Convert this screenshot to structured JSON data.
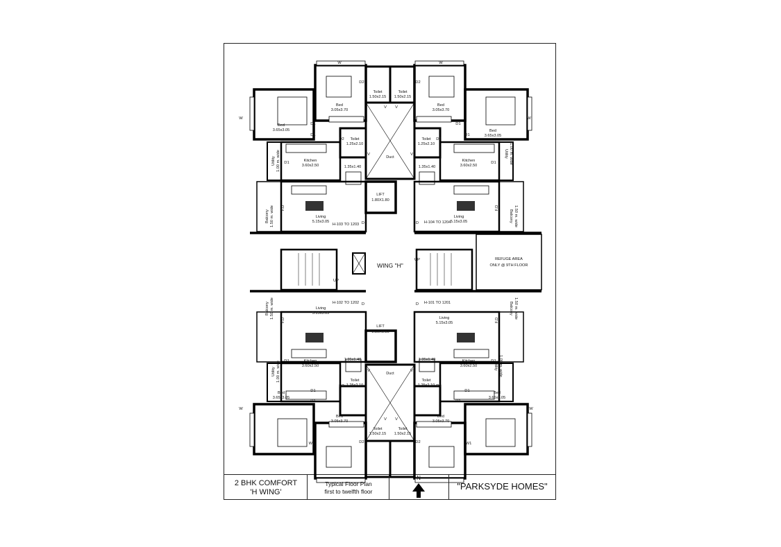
{
  "plan": {
    "center_label": "WING \"H\"",
    "refuge": [
      "REFUGE AREA",
      "ONLY @ 9TH FLOOR"
    ],
    "units": {
      "tl": "H-103 TO 1203",
      "tr": "H-104 TO 1204",
      "bl": "H-102 TO 1202",
      "br": "H-101 TO 1201"
    },
    "lift": [
      "LIFT",
      "1.80X1.80"
    ],
    "duct": "Duct",
    "rooms": {
      "bed_outer": [
        "Bed",
        "3.65x3.05"
      ],
      "bed_inner": [
        "Bed",
        "3.05x3.70"
      ],
      "toilet_big": [
        "Toilet",
        "1.50x2.15"
      ],
      "toilet_small": [
        "Toilet",
        "1.25x2.10"
      ],
      "kitchen": [
        "Kitchen",
        "3.60x2.50"
      ],
      "living": [
        "Living",
        "5.15x3.05"
      ],
      "dining": "1.35x1.40",
      "utility": [
        "Utility",
        "1.00 m. wide"
      ],
      "balcony": [
        "Balcony",
        "1.50 m. wide"
      ]
    },
    "tags": {
      "w": "W",
      "w1": "W1",
      "d": "D",
      "d1": "D1",
      "d2": "D2",
      "v": "V",
      "fd": "F.D",
      "up": "UP"
    }
  },
  "footer": {
    "title1": "2 BHK COMFORT",
    "title2": "'H WING'",
    "plan1": "Typical Floor Plan",
    "plan2": "first to twelfth floor",
    "north": "N",
    "brand": "\"PARKSYDE HOMES\""
  }
}
